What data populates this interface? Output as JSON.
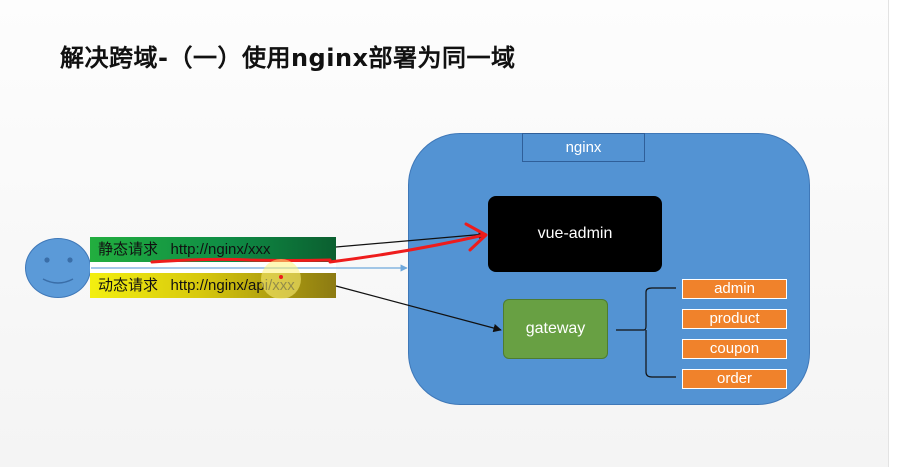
{
  "title": "解决跨域-（一）使用nginx部署为同一域",
  "nginx": {
    "label": "nginx"
  },
  "vue_admin": {
    "label": "vue-admin"
  },
  "gateway": {
    "label": "gateway"
  },
  "services": [
    "admin",
    "product",
    "coupon",
    "order"
  ],
  "requests": {
    "static": "静态请求   http://nginx/xxx",
    "dynamic": "动态请求   http://nginx/api/xxx"
  },
  "colors": {
    "nginx_bg": "#5393d3",
    "vue_bg": "#000000",
    "gateway_bg": "#68a043",
    "service_bg": "#f0822b",
    "annotation_red": "#ee1c1c"
  }
}
